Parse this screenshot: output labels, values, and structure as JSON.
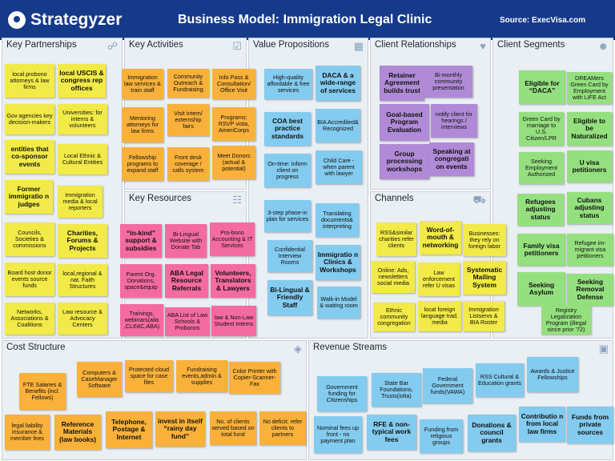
{
  "header": {
    "brand": "Strategyzer",
    "title": "Business Model: Immigration Legal Clinic",
    "source": "Source: ExecVisa.com"
  },
  "sections": {
    "key_partnerships": {
      "title": "Key Partnerships",
      "icon": "chain-link-icon"
    },
    "key_activities": {
      "title": "Key Activities",
      "icon": "checkbox-icon"
    },
    "key_resources": {
      "title": "Key Resources",
      "icon": "factory-icon"
    },
    "value_propositions": {
      "title": "Value Propositions",
      "icon": "gift-icon"
    },
    "client_relationships": {
      "title": "Client Relationships",
      "icon": "heart-icon"
    },
    "channels": {
      "title": "Channels",
      "icon": "truck-icon"
    },
    "client_segments": {
      "title": "Client Segments",
      "icon": "people-icon"
    },
    "cost_structure": {
      "title": "Cost Structure",
      "icon": "tag-icon"
    },
    "revenue_streams": {
      "title": "Revenue Streams",
      "icon": "money-icon"
    }
  },
  "notes": {
    "kp": [
      "local probono attorneys & law firms",
      "local USCIS & congress rep offices",
      "Gov agencies key decision-makers",
      "Universities: for interns & volunteers",
      "entities that co-sponsor events",
      "Local Ethnic & Cultural Entities",
      "Former immigratio n judges",
      "Immigration media & local reporters",
      "Councils, Societies & commissions",
      "Charities, Forums & Projects",
      "Board host donor events source funds",
      "local,regional & nat. Faith Structures",
      "Networks, Associations & Coalitions",
      "Law resource & Advocacy Centers"
    ],
    "ka": [
      "Immigration law services & train staff",
      "Community Outreach & Fundraising",
      "Info Pass & Consultation/ Office Visit",
      "Mentoring attorneys for law firms",
      "Visit intern/ externship fairs",
      "Programs: RSVP vista, AmeriCorps",
      "Fellowship programs to expand staff",
      "Front desk coverage / calls system",
      "Meet Donors (actual & potential)"
    ],
    "kr": [
      "“in-kind” support & subsidies",
      "Bi-Lingual Website with Donate Tab",
      "Pro-bono Accounting & IT Services",
      "Parent Org. Donations, space&equip",
      "ABA Legal Resource Referrals",
      "Volunteers, Translators & Lawyers",
      "Trainings, webinars(aila ,CLINIC,ABA)",
      "ABA List of Law Schools & Probonos",
      "law & Non-Law Student Interns"
    ],
    "vp": [
      "High-quality affordable & free services",
      "DACA & a wide-range of services",
      "COA best practice standards",
      "BIA Accredited& Recognized",
      "On-time: inform client on progress",
      "Child Care - when parent with lawyer",
      "3-step phase-in plan for services",
      "Translating documents& interpreting",
      "Confidential Interview Rooms",
      "Immigratio n Clinics & Workshops",
      "Bi-Lingual & Friendly Staff",
      "Walk-in Model & waiting room"
    ],
    "cr": [
      "Retainer Agreement builds trust",
      "Bi-monthly community presentation",
      "Goal-based Program Evaluation",
      "notify client for hearings / interviews",
      "Group processing workshops",
      "Speaking at congregati on events"
    ],
    "ch": [
      "RSS&similar charities refer clients",
      "Word-of-mouth & networking",
      "Businesses: they rely on foreign labor",
      "Online: Ads, newsletters social media",
      "Law enforcement refer U visas",
      "Systematic Mailing System",
      "Ethnic community congregation",
      "local foreign language trad. media",
      "Immigration Listservs & BIA Roster"
    ],
    "cs": [
      "Eligible for “DACA”",
      "DREAMers Green Card by Employment with LIFE Act",
      "Green Card by marriage to U.S. Citizen/LPR",
      "Eligible to be Naturalized",
      "Seeking Employment Authorized",
      "U visa petitioners",
      "Refugees adjusting status",
      "Cubans adjusting status",
      "Family visa petitioners",
      "Refugee im-migrant visa petitioners",
      "Seeking Asylum",
      "Seeking Removal Defense",
      "Registry Legalization Program (illegal since prior '72)"
    ],
    "cost": [
      "Computers & CaseManager Software",
      "Protected cloud space for case files",
      "Fundraising events,admin & supplies",
      "Color Printer with Copier-Scanner-Fax",
      "FTE Salaries & Benefits (incl. Fellows)",
      "legal liability insurance & member fees",
      "Reference Materials (law books)",
      "Telephone, Postage & Internet",
      "invest in itself “rainy day fund”",
      "No. of clients served based on total fund",
      "No deficit: refer clients to partners"
    ],
    "rev": [
      "Government funding for Citizenships",
      "State Bar Foundations, Trusts(iolta)",
      "Federal Government funds(VAWA)",
      "RSS Cultural & Education grants",
      "Awards & Justice Fellowships",
      "Nominal fees up front - no payment plan",
      "RFE & non-typical work fees",
      "Funding from religious groups",
      "Donations & council grants",
      "Contributio n from local law firms",
      "Funds from private sources"
    ]
  }
}
